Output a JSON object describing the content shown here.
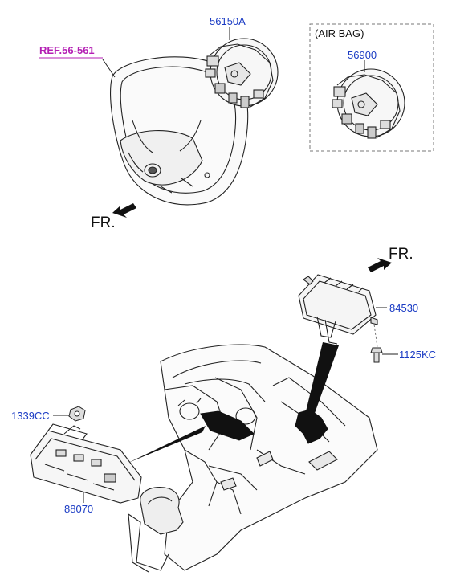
{
  "labels": {
    "ref": "REF.56-561",
    "driver_airbag": "56150A",
    "airbag_group": "(AIR BAG)",
    "airbag_module": "56900",
    "fr_top": "FR.",
    "fr_right": "FR.",
    "passenger_airbag": "84530",
    "bolt": "1125KC",
    "nut": "1339CC",
    "switch_unit": "88070"
  },
  "colors": {
    "part_number": "#1a3bc4",
    "reference": "#b41fb4",
    "line": "#222222",
    "dashed_box": "#777777"
  }
}
